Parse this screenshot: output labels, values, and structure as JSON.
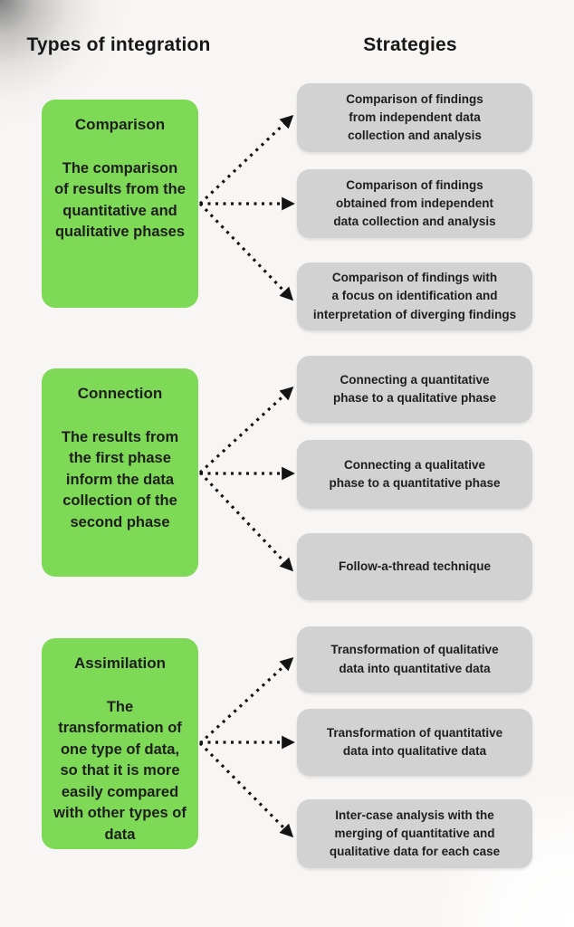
{
  "headers": {
    "left": "Types of integration",
    "right": "Strategies"
  },
  "colors": {
    "type_box_green": "#7ed957",
    "strategy_box_gray": "#d2d2d2",
    "text": "#1e1e1e",
    "arrow": "#131313",
    "background": "#f8f6f4"
  },
  "groups": [
    {
      "type": {
        "title": "Comparison",
        "description": "The comparison of results from the quantitative and qualitative phases"
      },
      "strategies": [
        "Comparison of findings from independent data collection and analysis",
        "Comparison of findings obtained from independent data collection and analysis",
        "Comparison of findings with a focus on identification and interpretation of diverging findings"
      ]
    },
    {
      "type": {
        "title": "Connection",
        "description": "The results from the first phase inform the data collection of the second phase"
      },
      "strategies": [
        "Connecting a quantitative phase to a qualitative phase",
        "Connecting a qualitative phase to a quantitative phase",
        "Follow-a-thread technique"
      ]
    },
    {
      "type": {
        "title": "Assimilation",
        "description": "The transformation of one type of data, so that it is more easily compared with other types of data"
      },
      "strategies": [
        "Transformation of qualitative data into quantitative data",
        "Transformation of quantitative data into qualitative data",
        "Inter-case analysis with the merging of quantitative and qualitative data for each case"
      ]
    }
  ]
}
